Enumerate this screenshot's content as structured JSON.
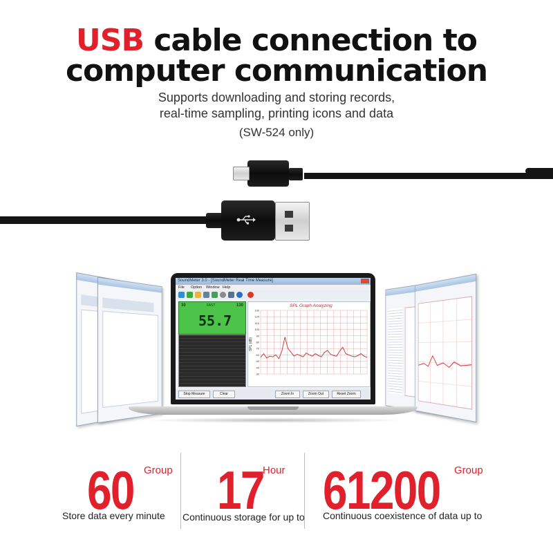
{
  "headline": {
    "line1_highlight": "USB",
    "line1_rest": " cable connection to",
    "line2": "computer communication"
  },
  "subtitle": {
    "line1": "Supports downloading and storing records,",
    "line2": "real-time sampling, printing icons and data",
    "note": "(SW-524 only)"
  },
  "software": {
    "window_title": "SoundMeter 3.0 - [SoundMeter Real Time Measure]",
    "menu": [
      "File",
      "Option",
      "Window",
      "Help"
    ],
    "meter_reading": "55.7",
    "meter_top_left": "30",
    "meter_top_right": "130",
    "meter_mode": "FAST",
    "graph_title": "SPL Graph Analyzing",
    "y_axis_label": "SPL (dB)",
    "y_ticks": [
      "130",
      "120",
      "110",
      "100",
      "90",
      "80",
      "70",
      "60",
      "50",
      "40",
      "30"
    ],
    "trace_values": [
      56,
      62,
      55,
      58,
      57,
      60,
      54,
      66,
      88,
      70,
      64,
      58,
      61,
      59,
      57,
      63,
      60,
      58,
      62,
      59,
      57,
      64,
      67,
      61,
      59,
      58,
      66,
      72,
      62,
      60,
      58,
      57,
      59,
      62,
      58,
      56
    ],
    "buttons": [
      "Stop Measure",
      "Clear",
      "Zoom In",
      "Zoom Out",
      "Reset Zoom"
    ],
    "colors": {
      "meter_bg": "#4cc44a",
      "trace": "#d22a2a",
      "grid": "#e1a7a7"
    }
  },
  "stats": [
    {
      "value": "60",
      "unit": "Group",
      "caption": "Store data every minute"
    },
    {
      "value": "17",
      "unit": "Hour",
      "caption": "Continuous storage for up to"
    },
    {
      "value": "61200",
      "unit": "Group",
      "caption": "Continuous coexistence of data up to"
    }
  ],
  "colors": {
    "accent": "#e0202a",
    "text": "#111111"
  }
}
